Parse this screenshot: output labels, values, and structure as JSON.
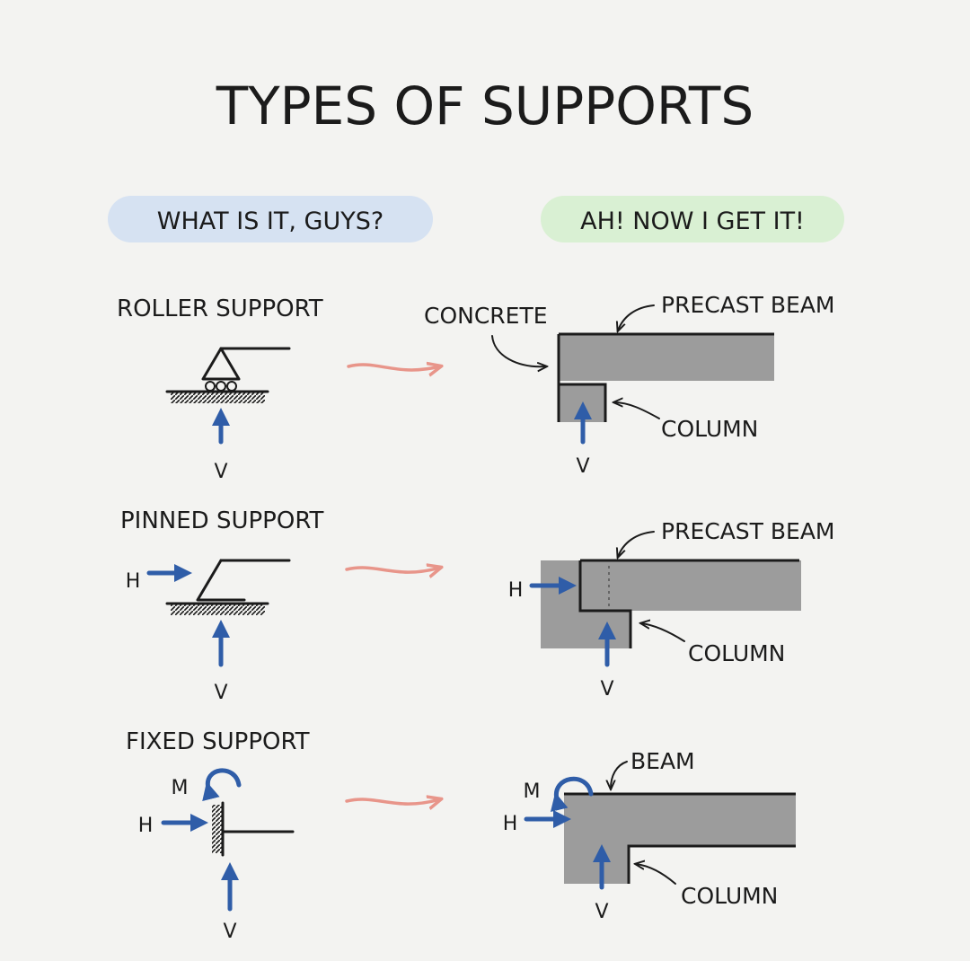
{
  "title": "TYPES OF SUPPORTS",
  "headers": {
    "left": "WHAT IS IT, GUYS?",
    "right": "AH! NOW I GET IT!"
  },
  "colors": {
    "background": "#f3f3f1",
    "left_header_highlight": "#d6e2f2",
    "right_header_highlight": "#d9f0d3",
    "force_arrow": "#2f5da8",
    "transition_arrow": "#e8958a",
    "concrete": "#9c9c9c"
  },
  "rows": [
    {
      "label": "ROLLER SUPPORT",
      "forces": {
        "v": "V"
      },
      "annotations": {
        "concrete": "CONCRETE",
        "beam": "PRECAST BEAM",
        "column": "COLUMN"
      }
    },
    {
      "label": "PINNED SUPPORT",
      "forces": {
        "h": "H",
        "v": "V"
      },
      "annotations": {
        "beam": "PRECAST BEAM",
        "column": "COLUMN"
      }
    },
    {
      "label": "FIXED SUPPORT",
      "forces": {
        "m": "M",
        "h": "H",
        "v": "V"
      },
      "annotations": {
        "beam": "BEAM",
        "column": "COLUMN"
      }
    }
  ]
}
